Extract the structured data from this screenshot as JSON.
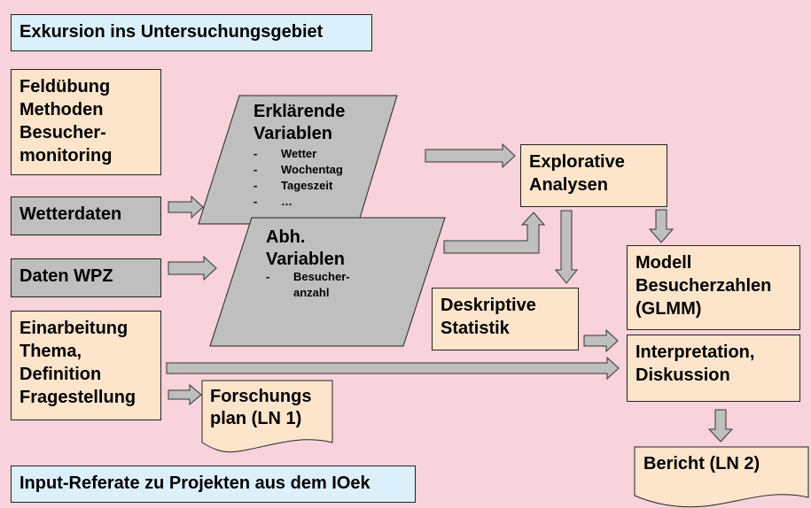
{
  "top_banner": "Exkursion ins Untersuchungsgebiet",
  "bottom_banner": "Input-Referate zu Projekten aus dem IOek",
  "left": {
    "feld": [
      "Feldübung",
      "Methoden",
      "Besucher-",
      "monitoring"
    ],
    "wetter": "Wetterdaten",
    "wpz": "Daten WPZ",
    "einarbeitung": [
      "Einarbeitung",
      "Thema,",
      "Definition",
      "Fragestellung"
    ]
  },
  "erklaerende": {
    "title": [
      "Erklärende",
      "Variablen"
    ],
    "bullet": "-",
    "items": [
      "Wetter",
      "Wochentag",
      "Tageszeit",
      "…"
    ]
  },
  "abh": {
    "title": [
      "Abh.",
      "Variablen"
    ],
    "bullet": "-",
    "items": [
      "Besucher-",
      "anzahl"
    ]
  },
  "forschungsplan": [
    "Forschungs",
    "plan (LN 1)"
  ],
  "explorative": [
    "Explorative",
    "Analysen"
  ],
  "deskriptive": [
    "Deskriptive",
    "Statistik"
  ],
  "modell": [
    "Modell",
    "Besucherzahlen",
    "(GLMM)"
  ],
  "interpretation": [
    "Interpretation,",
    "Diskussion"
  ],
  "bericht": "Bericht (LN 2)",
  "colors": {
    "background": "#f8d3db",
    "peach": "#fde5cc",
    "grey": "#bfbfbf",
    "blue": "#dcf0fb",
    "arrow": "#bfbfbf"
  }
}
